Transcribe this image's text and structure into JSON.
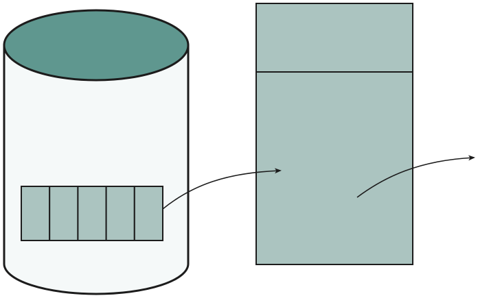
{
  "diagram": {
    "colors": {
      "background": "#ffffff",
      "cylinder_body": "#f5f9f9",
      "cylinder_top": "#5f978f",
      "block_fill": "#abc4c0",
      "stroke": "#1c1c1c"
    },
    "elements": {
      "storage_cylinder": "storage-cylinder",
      "record_segments": 5,
      "page_box_sections": 2,
      "arrows": 2
    }
  }
}
